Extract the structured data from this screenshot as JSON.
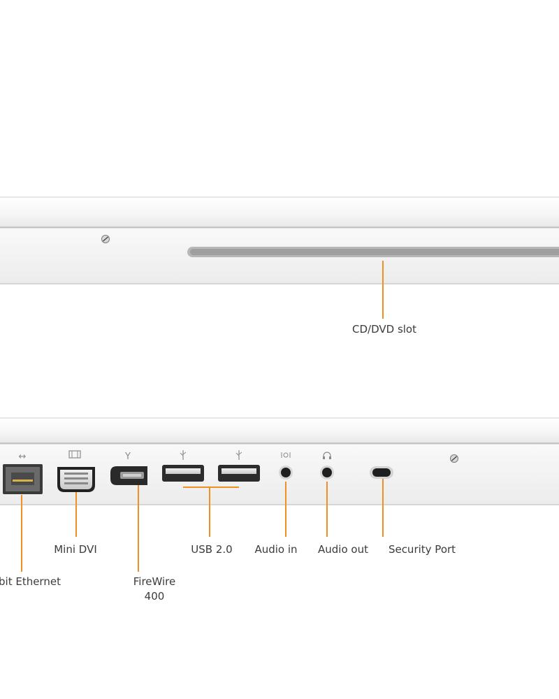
{
  "colors": {
    "accent": "#ef8f24",
    "label": "#3b3b3b",
    "chassis": "#f3f3f3",
    "chassis_edge": "#c9c9c9",
    "port_dark": "#2b2b2b"
  },
  "top_view": {
    "components": [
      {
        "id": "cd-dvd-slot",
        "label": "CD/DVD slot"
      }
    ]
  },
  "bottom_view": {
    "icons": [
      {
        "id": "ethernet",
        "icon": "ethernet-arrows-icon",
        "glyph": "↔"
      },
      {
        "id": "mini-dvi",
        "icon": "display-icon",
        "glyph": ""
      },
      {
        "id": "firewire",
        "icon": "firewire-y-icon",
        "glyph": "Y"
      },
      {
        "id": "usb-1",
        "icon": "usb-icon",
        "glyph": ""
      },
      {
        "id": "usb-2",
        "icon": "usb-icon",
        "glyph": ""
      },
      {
        "id": "audio-in",
        "icon": "audio-in-icon",
        "glyph": ""
      },
      {
        "id": "audio-out",
        "icon": "headphones-icon",
        "glyph": ""
      }
    ],
    "components": [
      {
        "id": "gigabit-ethernet",
        "label": "bit Ethernet"
      },
      {
        "id": "mini-dvi",
        "label": "Mini DVI"
      },
      {
        "id": "firewire",
        "label_line1": "FireWire",
        "label_line2": "400"
      },
      {
        "id": "usb",
        "label": "USB 2.0"
      },
      {
        "id": "audio-in",
        "label": "Audio in"
      },
      {
        "id": "audio-out",
        "label": "Audio out"
      },
      {
        "id": "security-port",
        "label": "Security Port"
      }
    ]
  }
}
